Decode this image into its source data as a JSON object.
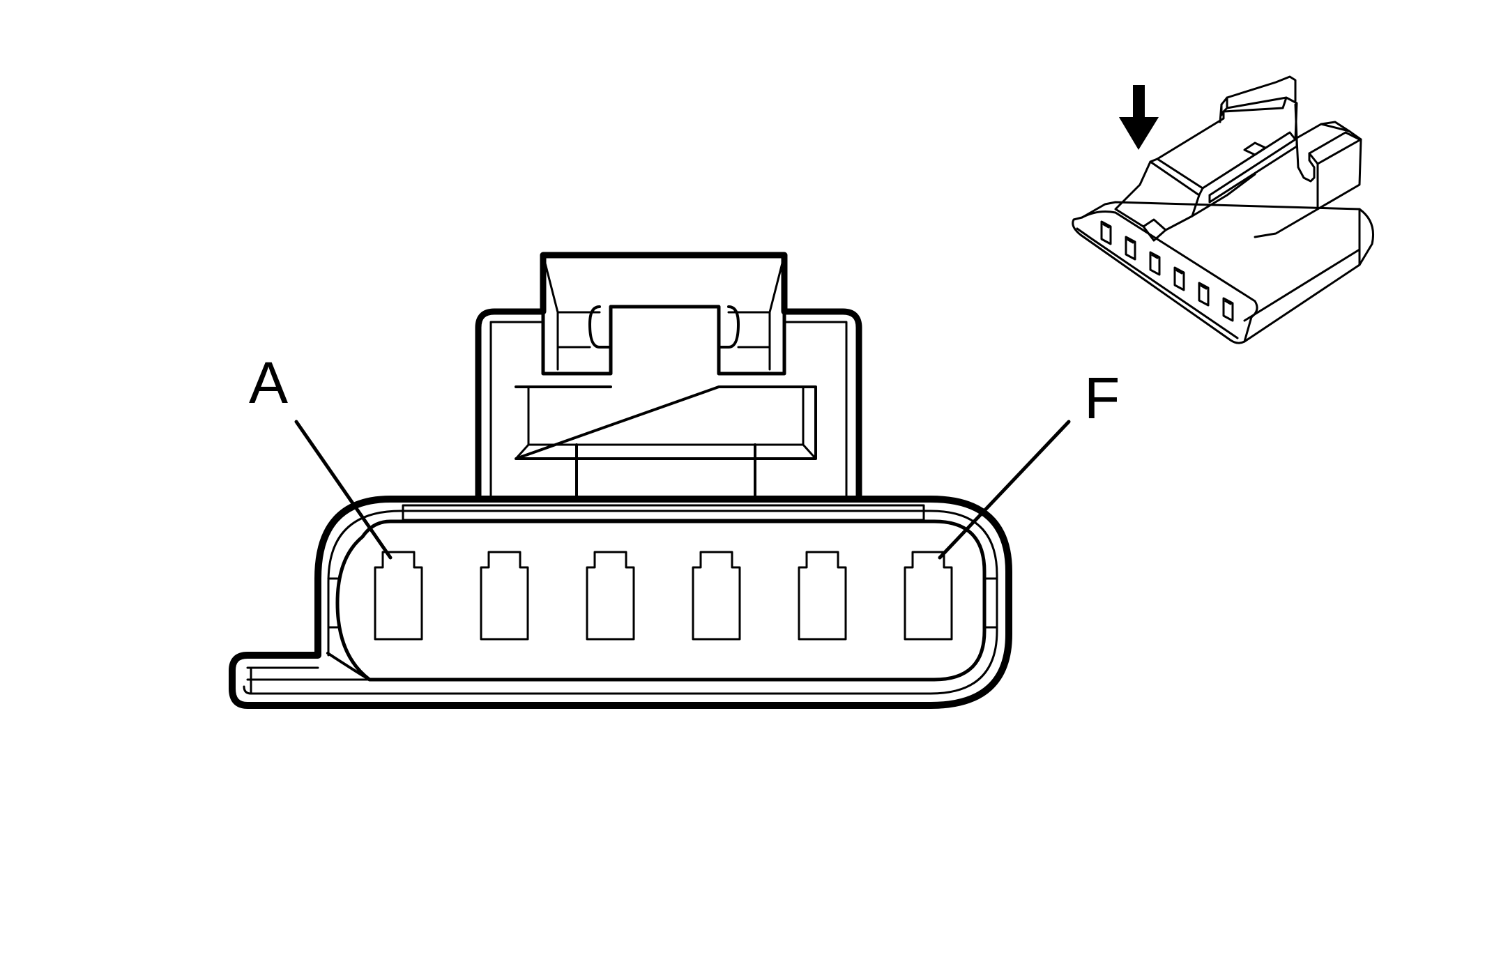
{
  "diagram": {
    "pin_labels": {
      "first": "A",
      "last": "F"
    },
    "cavity_count": 6,
    "colors": {
      "line": "#000000",
      "background": "#ffffff"
    },
    "icons": {
      "inset_arrow": "down-arrow-icon",
      "inset_view": "connector-isometric-icon"
    }
  }
}
